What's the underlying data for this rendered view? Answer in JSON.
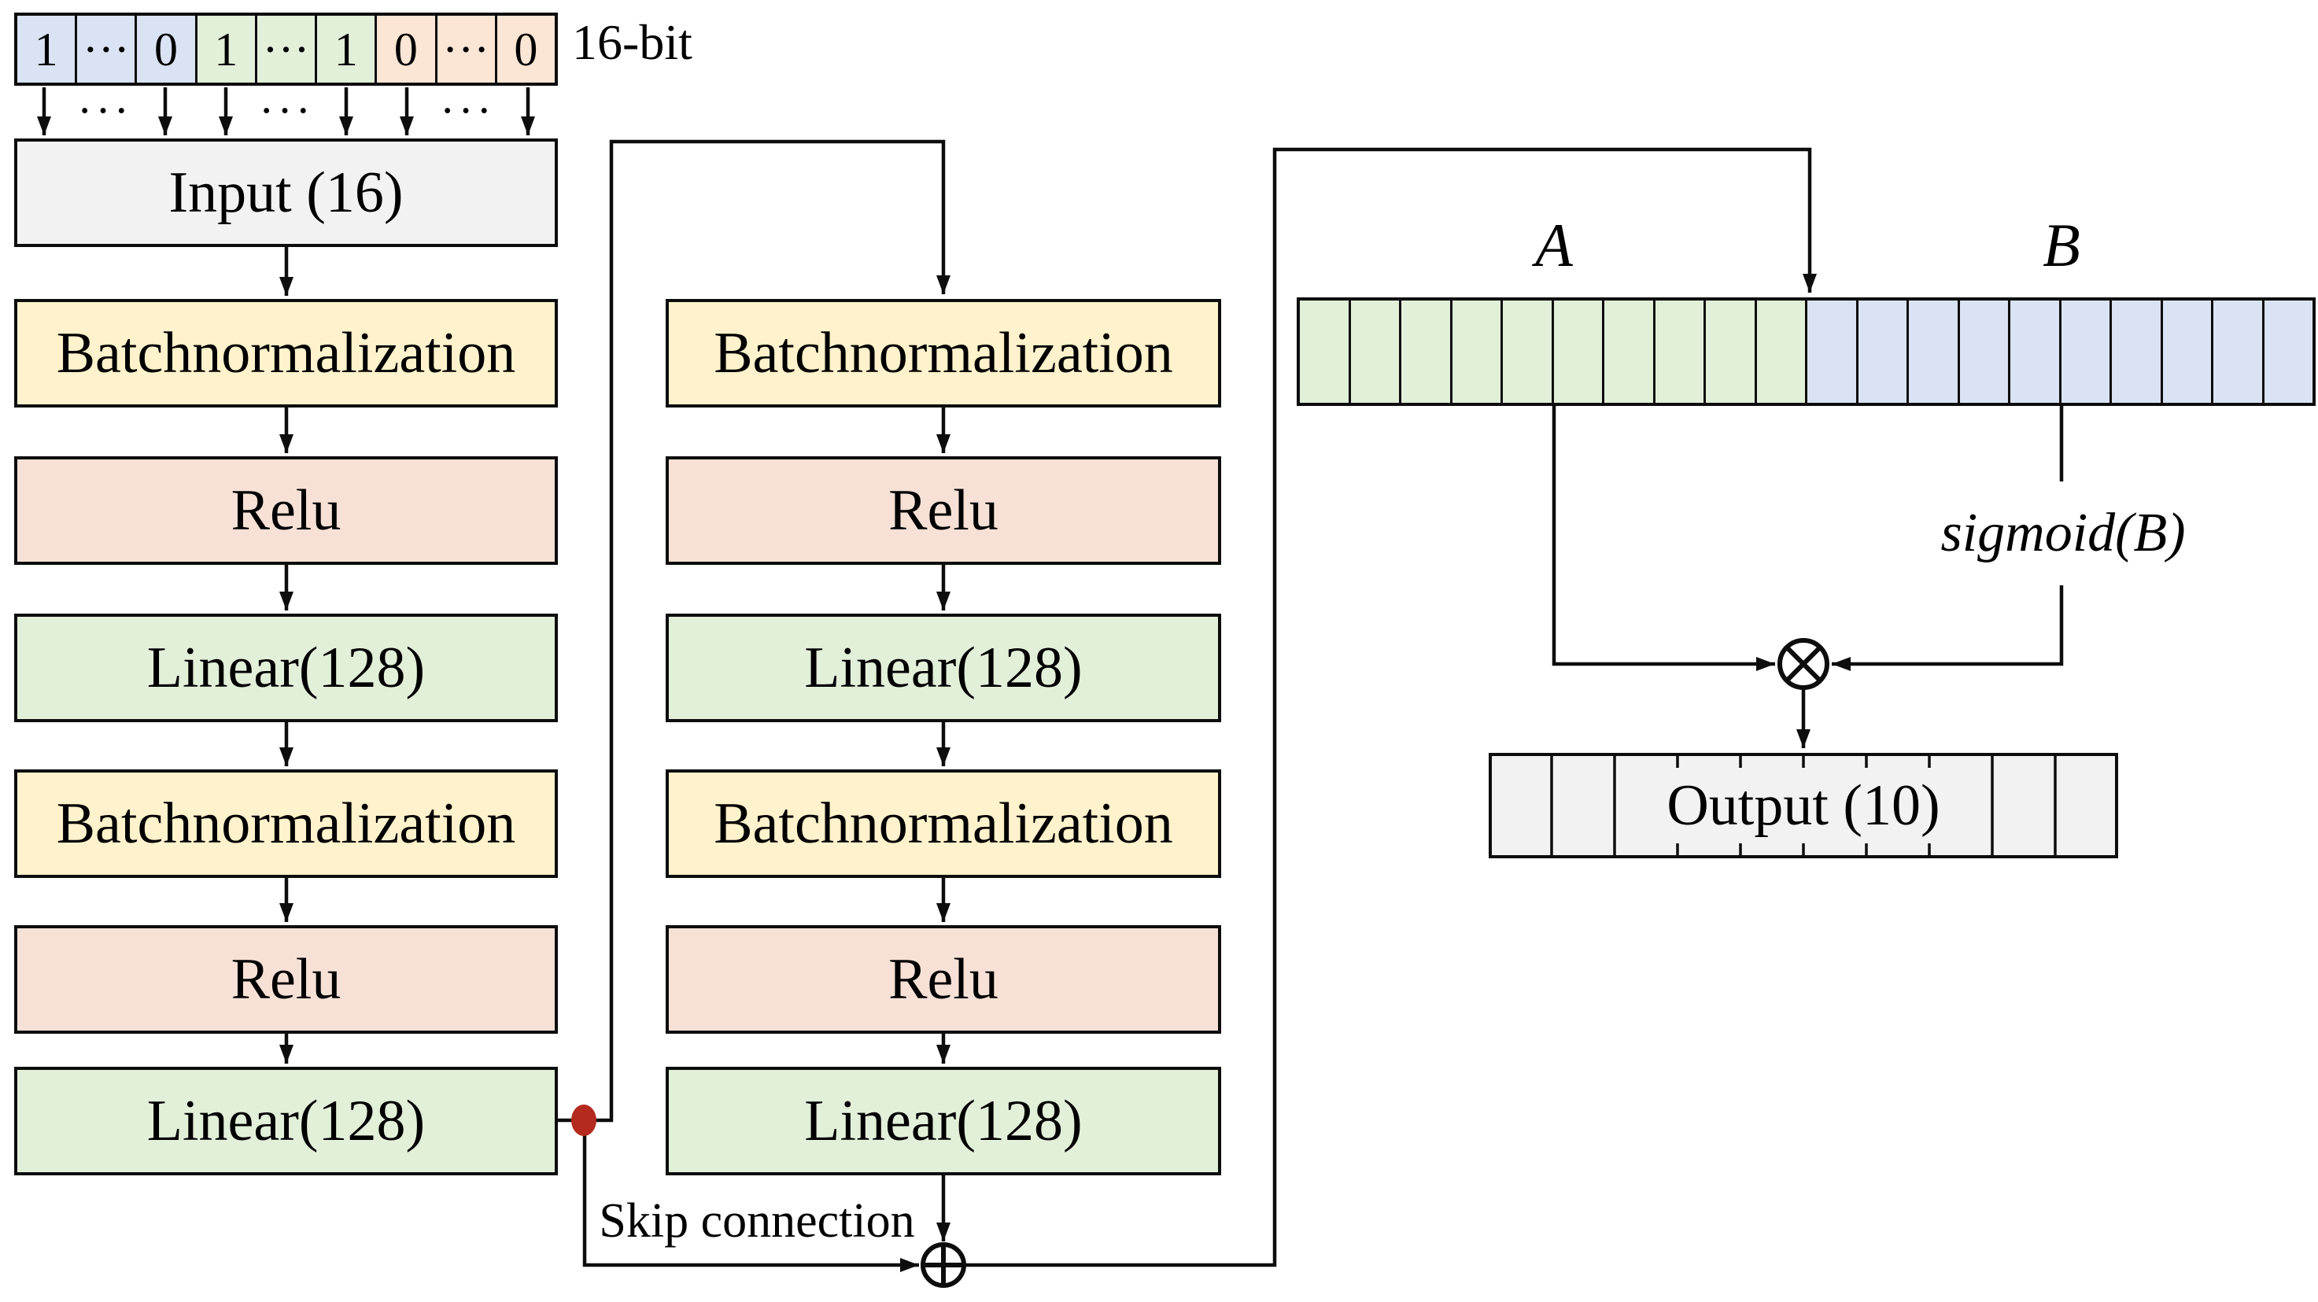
{
  "figure": {
    "description": "Residual MLP architecture diagram: 16-bit input register feeding stacked Batchnormalization/Relu/Linear blocks with a skip connection, concatenated A/B gate bar with sigmoid gating and element-wise multiply producing Output (10)"
  },
  "palette": {
    "box_border": "#0d0d0d",
    "line": "#0d0d0d",
    "batchnorm_yellow": "#fff2cc",
    "relu_pink": "#f7e1d7",
    "linear_green": "#e2efd9",
    "io_gray": "#f2f2f2",
    "bit_blue": "#dae3f3",
    "bit_green": "#e2efd9",
    "bit_orange": "#fbe5d5",
    "junction_dot_red": "#b52a1e"
  },
  "bit_register": {
    "label": "16-bit",
    "arrow_ellipsis": "···",
    "cells": [
      {
        "value": "1",
        "color": "#dae3f3"
      },
      {
        "value": "···",
        "color": "#dae3f3"
      },
      {
        "value": "0",
        "color": "#dae3f3"
      },
      {
        "value": "1",
        "color": "#e2efd9"
      },
      {
        "value": "···",
        "color": "#e2efd9"
      },
      {
        "value": "1",
        "color": "#e2efd9"
      },
      {
        "value": "0",
        "color": "#fbe5d5"
      },
      {
        "value": "···",
        "color": "#fbe5d5"
      },
      {
        "value": "0",
        "color": "#fbe5d5"
      }
    ]
  },
  "left_column": {
    "layers": [
      {
        "label": "Input (16)",
        "color": "#f2f2f2"
      },
      {
        "label": "Batchnormalization",
        "color": "#fff2cc"
      },
      {
        "label": "Relu",
        "color": "#f7e1d7"
      },
      {
        "label": "Linear(128)",
        "color": "#e2efd9"
      },
      {
        "label": "Batchnormalization",
        "color": "#fff2cc"
      },
      {
        "label": "Relu",
        "color": "#f7e1d7"
      },
      {
        "label": "Linear(128)",
        "color": "#e2efd9"
      }
    ]
  },
  "middle_column": {
    "layers": [
      {
        "label": "Batchnormalization",
        "color": "#fff2cc"
      },
      {
        "label": "Relu",
        "color": "#f7e1d7"
      },
      {
        "label": "Linear(128)",
        "color": "#e2efd9"
      },
      {
        "label": "Batchnormalization",
        "color": "#fff2cc"
      },
      {
        "label": "Relu",
        "color": "#f7e1d7"
      },
      {
        "label": "Linear(128)",
        "color": "#e2efd9"
      }
    ]
  },
  "skip_connection": {
    "label": "Skip connection"
  },
  "gate": {
    "a_label": "A",
    "b_label": "B",
    "sigmoid_label": "sigmoid(B)",
    "green_segments": 10,
    "blue_segments": 10
  },
  "operators": {
    "add_symbol": "element-wise-add (circle-plus)",
    "multiply_symbol": "element-wise-multiply (circle-cross)"
  },
  "output_layer": {
    "label": "Output (10)",
    "segments": 10
  }
}
